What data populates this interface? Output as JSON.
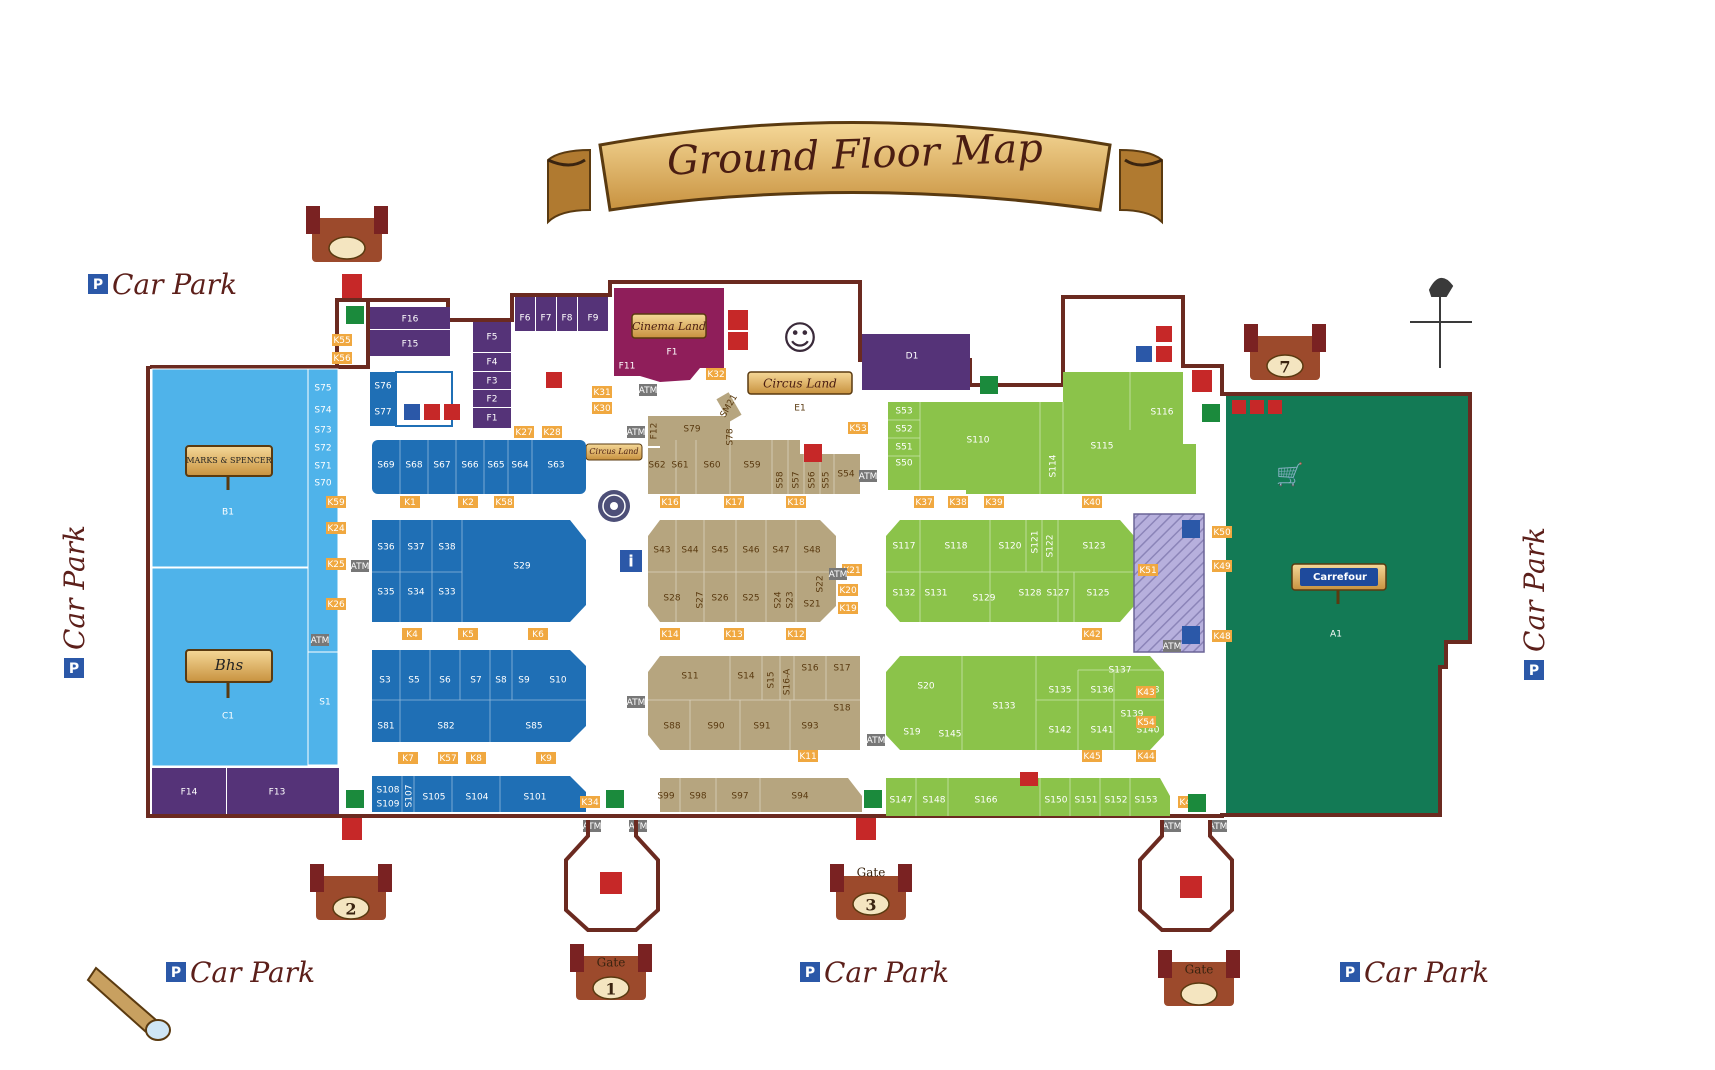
{
  "title": "Ground Floor Map",
  "car_park": "Car Park",
  "parking_symbol": "P",
  "gate_word": "Gate",
  "gates": [
    "1",
    "2",
    "3",
    "7"
  ],
  "anchors": {
    "marks_spencer": "MARKS & SPENCER",
    "bhs": "Bhs",
    "carrefour": "Carrefour",
    "cinema_land": "Cinema Land",
    "circus_land": "Circus Land"
  },
  "atm": "ATM",
  "info_symbol": "i",
  "colors": {
    "light_blue": "#4fb3ea",
    "dark_blue": "#1f6fb5",
    "purple": "#553378",
    "magenta": "#8f1e5a",
    "khaki": "#b6a57f",
    "green": "#8bc34a",
    "dark_green": "#137a55",
    "orange": "#f0a840",
    "wall": "#6b2a20",
    "atm_grey": "#777777"
  },
  "units": {
    "light_blue": [
      "S75",
      "S74",
      "S73",
      "S72",
      "S71",
      "S70",
      "B1",
      "C1",
      "S1"
    ],
    "purple": [
      "F16",
      "F15",
      "F5",
      "F4",
      "F3",
      "F2",
      "F1",
      "F6",
      "F7",
      "F8",
      "F9",
      "F14",
      "F13",
      "D1"
    ],
    "magenta": [
      "F11",
      "F1"
    ],
    "dark_blue": [
      "S76",
      "S77",
      "S69",
      "S68",
      "S67",
      "S66",
      "S65",
      "S64",
      "S63",
      "S36",
      "S37",
      "S38",
      "S29",
      "S35",
      "S34",
      "S33",
      "S3",
      "S5",
      "S6",
      "S7",
      "S8",
      "S9",
      "S10",
      "S81",
      "S82",
      "S85",
      "S108",
      "S109",
      "S107",
      "S105",
      "S104",
      "S101"
    ],
    "khaki": [
      "S79",
      "S78",
      "S62",
      "S61",
      "S60",
      "S59",
      "S58",
      "S57",
      "S56",
      "S55",
      "S54",
      "S43",
      "S44",
      "S45",
      "S46",
      "S47",
      "S48",
      "S22",
      "S28",
      "S27",
      "S26",
      "S25",
      "S24",
      "S23",
      "S21",
      "S11",
      "S14",
      "S15",
      "S16-A",
      "S16",
      "S17",
      "S18",
      "S88",
      "S90",
      "S91",
      "S93",
      "S99",
      "S98",
      "S97",
      "S94",
      "E1",
      "F12",
      "SM21"
    ],
    "green": [
      "S53",
      "S52",
      "S51",
      "S50",
      "S110",
      "S114",
      "S115",
      "S116",
      "S117",
      "S118",
      "S120",
      "S121",
      "S122",
      "S123",
      "S132",
      "S131",
      "S129",
      "S128",
      "S127",
      "S125",
      "S20",
      "S133",
      "S135",
      "S136",
      "S137",
      "S138",
      "S139",
      "S140",
      "S19",
      "S145",
      "S142",
      "S141",
      "S147",
      "S148",
      "S166",
      "S150",
      "S151",
      "S152",
      "S153"
    ],
    "dark_green": [
      "A1"
    ],
    "kiosks": [
      "K55",
      "K56",
      "K31",
      "K30",
      "K32",
      "K27",
      "K28",
      "K53",
      "K59",
      "K1",
      "K2",
      "K58",
      "K24",
      "K25",
      "K26",
      "K16",
      "K17",
      "K18",
      "K37",
      "K38",
      "K39",
      "K40",
      "K21",
      "K20",
      "K19",
      "K4",
      "K5",
      "K6",
      "K14",
      "K13",
      "K12",
      "K42",
      "K7",
      "K57",
      "K8",
      "K9",
      "K11",
      "K43",
      "K54",
      "K45",
      "K44",
      "K34",
      "K47",
      "K50",
      "K49",
      "K48",
      "K51"
    ]
  }
}
